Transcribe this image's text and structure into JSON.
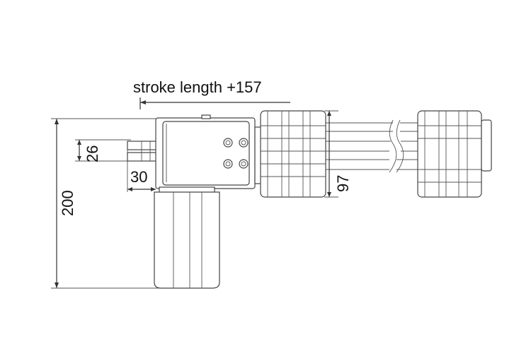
{
  "dimensions": {
    "stroke_label": "stroke length +157",
    "height_total": "200",
    "mount_height": "26",
    "mount_offset": "30",
    "body_width": "97"
  },
  "colors": {
    "line": "#333333",
    "background": "#ffffff"
  }
}
